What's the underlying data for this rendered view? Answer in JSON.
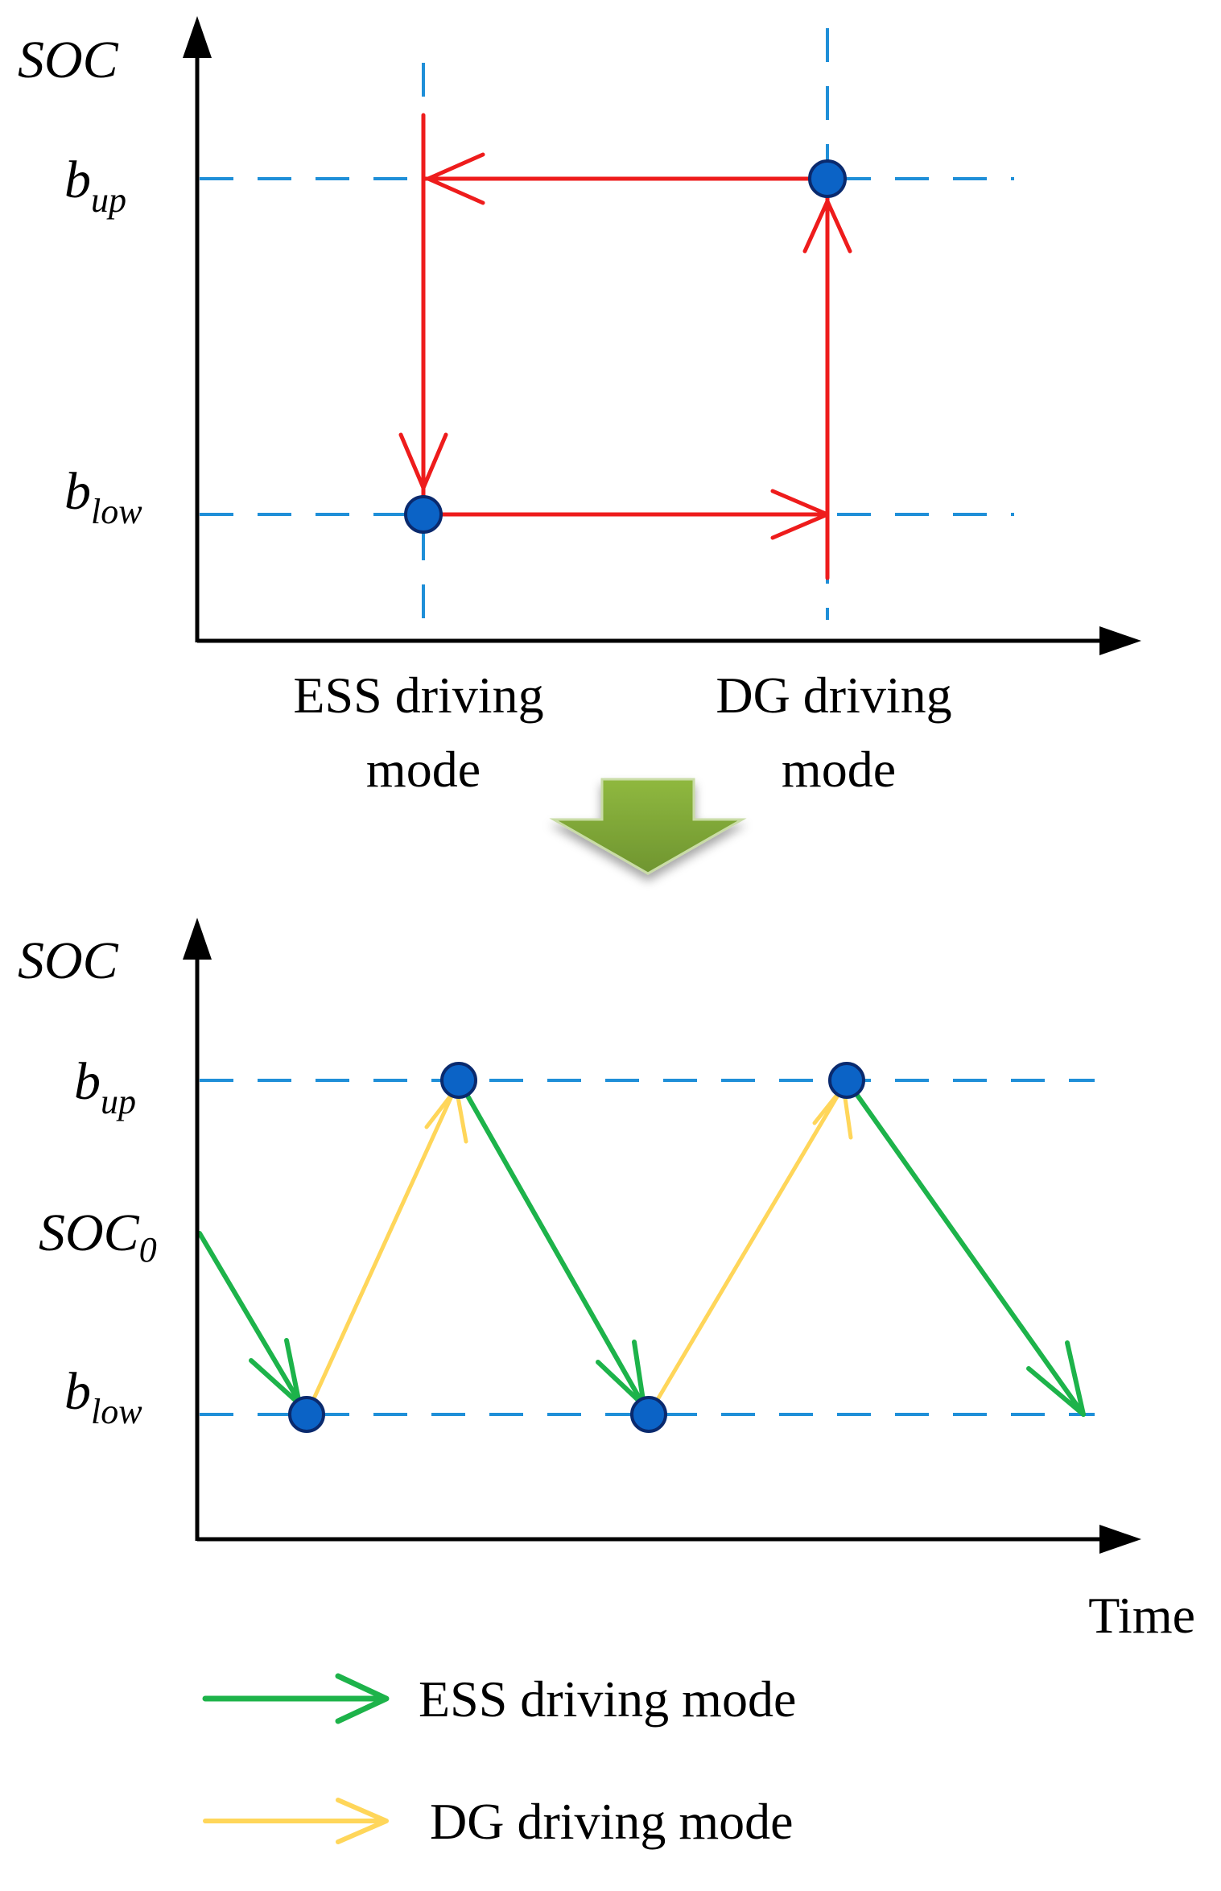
{
  "colors": {
    "axis": "#000000",
    "guide": "#1f8fd8",
    "cycle": "#ee1c1c",
    "ess": "#1db34a",
    "dg": "#ffd65a",
    "node": "#0b63c6",
    "node_stroke": "#0a2a6e",
    "down_arrow": "#7ea33a"
  },
  "icons": {
    "down_arrow": "down-arrow-icon",
    "legend_ess": "green-arrow-icon",
    "legend_dg": "yellow-arrow-icon"
  },
  "top_diagram": {
    "y_axis_label": "SOC",
    "level_up_base": "b",
    "level_up_sub": "up",
    "level_low_base": "b",
    "level_low_sub": "low",
    "left_mode_line1": "ESS driving",
    "left_mode_line2": "mode",
    "right_mode_line1": "DG driving",
    "right_mode_line2": "mode"
  },
  "bottom_diagram": {
    "y_axis_label": "SOC",
    "level_up_base": "b",
    "level_up_sub": "up",
    "initial_base": "SOC",
    "initial_sub": "0",
    "level_low_base": "b",
    "level_low_sub": "low",
    "x_axis_label": "Time"
  },
  "legend": {
    "ess_label": "ESS driving mode",
    "dg_label": "DG driving mode"
  },
  "chart_data": {
    "type": "line",
    "xlabel": "Time",
    "ylabel": "SOC",
    "y_levels": [
      "b_low",
      "SOC_0",
      "b_up"
    ],
    "series": [
      {
        "name": "ESS driving mode",
        "segments": [
          [
            "SOC_0",
            "b_low"
          ],
          [
            "b_up",
            "b_low"
          ],
          [
            "b_up",
            "b_low"
          ]
        ]
      },
      {
        "name": "DG driving mode",
        "segments": [
          [
            "b_low",
            "b_up"
          ],
          [
            "b_low",
            "b_up"
          ]
        ]
      }
    ]
  }
}
